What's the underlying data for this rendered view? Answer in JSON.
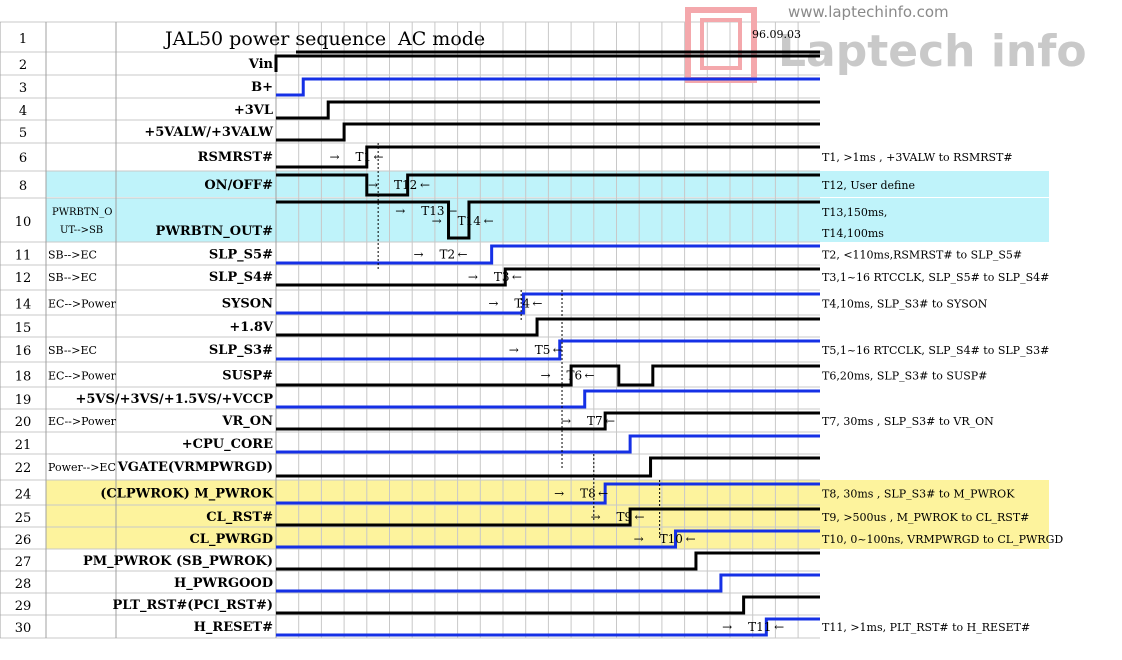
{
  "title": "JAL50 power sequence",
  "mode": "AC mode",
  "date": "96.09.03",
  "watermark": {
    "url": "www.laptechinfo.com",
    "brand": "Laptech info"
  },
  "colors": {
    "blue": "#1530e6",
    "black": "#000000",
    "cyan": "#bff3fa",
    "yellow": "#fdf39d",
    "grid": "#c8c8c8",
    "highlight": "#f2c700"
  },
  "rows": [
    {
      "num": "1",
      "note": "",
      "label": "",
      "bg": "",
      "wave": "title"
    },
    {
      "num": "2",
      "note": "",
      "label": "Vin",
      "bg": "",
      "color": "black",
      "low": 0,
      "rise": 12.0
    },
    {
      "num": "3",
      "note": "",
      "label": "B+",
      "bg": "",
      "color": "blue",
      "low": 0,
      "rise": 13.2
    },
    {
      "num": "4",
      "note": "",
      "label": "+3VL",
      "bg": "",
      "color": "black",
      "low": 0,
      "rise": 14.3
    },
    {
      "num": "5",
      "note": "",
      "label": "+5VALW/+3VALW",
      "bg": "",
      "color": "black",
      "low": 0,
      "rise": 15.0
    },
    {
      "num": "6",
      "note": "",
      "label": "RSMRST#",
      "bg": "",
      "color": "black",
      "low": 0,
      "rise": 16.0,
      "desc": "T1, >1ms , +3VALW to RSMRST#"
    },
    {
      "num": "8",
      "note": "",
      "label": "ON/OFF#",
      "bg": "cyan",
      "color": "black",
      "wave": "pulse",
      "fall": 16.0,
      "rise2": 17.8,
      "desc": "T12, User define"
    },
    {
      "num": "10",
      "note": "PWRBTN_O UT-->SB",
      "label": "PWRBTN_OUT#",
      "bg": "cyan",
      "color": "black",
      "wave": "pulse",
      "fall": 19.6,
      "rise2": 20.5,
      "tall": true,
      "desc": "T13,150ms,",
      "desc2": "T14,100ms"
    },
    {
      "num": "11",
      "note": "SB-->EC",
      "label": "SLP_S5#",
      "bg": "",
      "color": "blue",
      "low": 0,
      "rise": 21.5,
      "desc": "T2, <110ms,RSMRST# to SLP_S5#"
    },
    {
      "num": "12",
      "note": "SB-->EC",
      "label": "SLP_S4#",
      "bg": "",
      "color": "black",
      "low": 0,
      "rise": 22.1,
      "desc": "T3,1~16 RTCCLK, SLP_S5# to SLP_S4#"
    },
    {
      "num": "14",
      "note": "EC-->Power",
      "label": "SYSON",
      "bg": "",
      "color": "blue",
      "low": 0,
      "rise": 22.9,
      "desc": "T4,10ms, SLP_S3# to SYSON"
    },
    {
      "num": "15",
      "note": "",
      "label": "+1.8V",
      "bg": "",
      "color": "black",
      "low": 0,
      "rise": 23.5
    },
    {
      "num": "16",
      "note": "SB-->EC",
      "label": "SLP_S3#",
      "bg": "",
      "color": "blue",
      "low": 0,
      "rise": 24.5,
      "desc": "T5,1~16 RTCCLK, SLP_S4# to SLP_S3#"
    },
    {
      "num": "18",
      "note": "EC-->Power",
      "label": "SUSP#",
      "bg": "",
      "color": "black",
      "wave": "susp",
      "desc": "T6,20ms, SLP_S3# to SUSP#"
    },
    {
      "num": "19",
      "note": "",
      "label": "+5VS/+3VS/+1.5VS/+VCCP",
      "bg": "",
      "color": "blue",
      "low": 0,
      "rise": 25.6
    },
    {
      "num": "20",
      "note": "EC-->Power",
      "label": "VR_ON",
      "bg": "",
      "color": "black",
      "low": 0,
      "rise": 26.5,
      "desc": "T7, 30ms , SLP_S3# to VR_ON"
    },
    {
      "num": "21",
      "note": "",
      "label": "+CPU_CORE",
      "bg": "",
      "color": "blue",
      "low": 0,
      "rise": 27.6
    },
    {
      "num": "22",
      "note": "Power-->EC",
      "label": "VGATE(VRMPWRGD)",
      "bg": "",
      "color": "black",
      "low": 0,
      "rise": 28.5
    },
    {
      "num": "24",
      "note": "",
      "label": "(CLPWROK)  M_PWROK",
      "bg": "yellow",
      "color": "blue",
      "low": 0,
      "rise": 26.5,
      "desc": "T8, 30ms , SLP_S3# to M_PWROK"
    },
    {
      "num": "25",
      "note": "",
      "label": "CL_RST#",
      "bg": "yellow",
      "color": "black",
      "low": 0,
      "rise": 27.6,
      "desc": "T9, >500us , M_PWROK to CL_RST#"
    },
    {
      "num": "26",
      "note": "",
      "label": "CL_PWRGD",
      "bg": "yellow",
      "color": "blue",
      "low": 0,
      "rise": 29.6,
      "desc": "T10, 0~100ns, VRMPWRGD to CL_PWRGD"
    },
    {
      "num": "27",
      "note": "",
      "label": "PM_PWROK  (SB_PWROK)",
      "bg": "",
      "color": "black",
      "low": 0,
      "rise": 30.5
    },
    {
      "num": "28",
      "note": "",
      "label": "H_PWRGOOD",
      "bg": "",
      "color": "blue",
      "low": 0,
      "rise": 31.6
    },
    {
      "num": "29",
      "note": "",
      "label": "PLT_RST#(PCI_RST#)",
      "bg": "",
      "color": "black",
      "low": 0,
      "rise": 32.6
    },
    {
      "num": "30",
      "note": "",
      "label": "H_RESET#",
      "bg": "",
      "color": "blue",
      "low": 0,
      "rise": 33.6,
      "desc": "T11, >1ms, PLT_RST# to H_RESET#"
    }
  ],
  "timing_labels": [
    {
      "row": 6,
      "text": "T1",
      "at": 15.5
    },
    {
      "row": 8,
      "text": "T12",
      "at": 17.2
    },
    {
      "row": 10,
      "text": "T13",
      "at": 18.4,
      "upper": true
    },
    {
      "row": 10,
      "text": "T14",
      "at": 20.0
    },
    {
      "row": 11,
      "text": "T2",
      "at": 19.2
    },
    {
      "row": 12,
      "text": "T3",
      "at": 21.6
    },
    {
      "row": 14,
      "text": "T4",
      "at": 22.5
    },
    {
      "row": 16,
      "text": "T5",
      "at": 23.4
    },
    {
      "row": 18,
      "text": "T6",
      "at": 24.8
    },
    {
      "row": 20,
      "text": "T7",
      "at": 25.7
    },
    {
      "row": 24,
      "text": "T8",
      "at": 25.4
    },
    {
      "row": 25,
      "text": "T9",
      "at": 27.0
    },
    {
      "row": 26,
      "text": "T10",
      "at": 28.9
    },
    {
      "row": 30,
      "text": "T11",
      "at": 32.8
    }
  ],
  "arrow_left": "→",
  "arrow_right": "←"
}
